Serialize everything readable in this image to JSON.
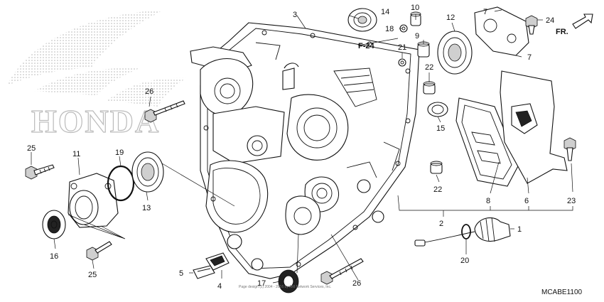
{
  "logo": {
    "brand_text": "HONDA",
    "icon": "honda-wing-icon"
  },
  "reference": {
    "label": "F-24"
  },
  "direction": {
    "label": "FR.",
    "icon": "forward-arrow-icon"
  },
  "diagram_code": "MCABE1100",
  "watermark": "Page design (c) 2004 - 2016 by ARI Network Services, Inc.",
  "callouts": {
    "c1": "1",
    "c2": "2",
    "c3": "3",
    "c4": "4",
    "c5": "5",
    "c6": "6",
    "c7a": "7",
    "c7b": "7",
    "c8": "8",
    "c9": "9",
    "c10": "10",
    "c11": "11",
    "c12": "12",
    "c13": "13",
    "c14": "14",
    "c15": "15",
    "c16": "16",
    "c17": "17",
    "c18": "18",
    "c19": "19",
    "c20": "20",
    "c21": "21",
    "c22a": "22",
    "c22b": "22",
    "c23": "23",
    "c24": "24",
    "c25a": "25",
    "c25b": "25",
    "c26a": "26",
    "c26b": "26"
  }
}
